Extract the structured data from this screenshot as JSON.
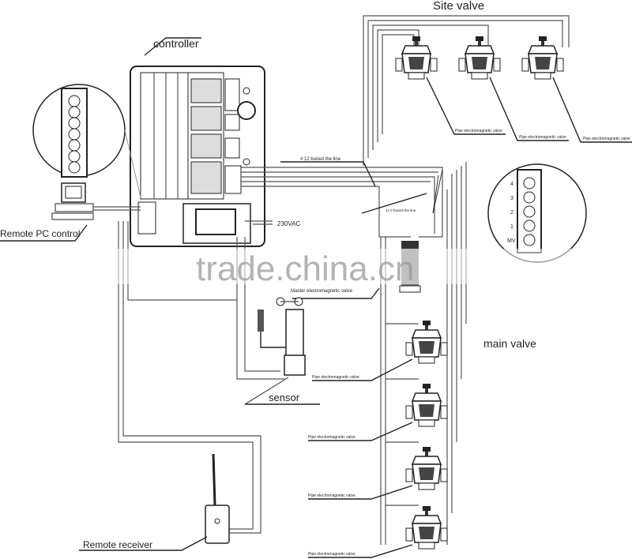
{
  "title_site_valve": "Site valve",
  "title_controller": "controller",
  "remote_pc": "Remote PC control",
  "voltage": "230VAC",
  "buried_12": "# 12 buried the line",
  "buried_14": "14 # buried the line",
  "master_valve": "Master electromagnetic valve",
  "main_valve": "main valve",
  "sensor": "sensor",
  "remote_receiver": "Remote receiver",
  "pipe_valve_labels": [
    "Pipe electromagnetic valve",
    "Pipe electromagnetic valve",
    "Pipe electromagnetic valve",
    "Pipe electromagnetic valve",
    "Pipe electromagnetic valve",
    "Pipe electromagnetic valve",
    "Pipe electromagnetic valve"
  ],
  "terminal_labels": [
    "4",
    "3",
    "2",
    "1",
    "MV"
  ],
  "watermark": "trade.china.cn"
}
